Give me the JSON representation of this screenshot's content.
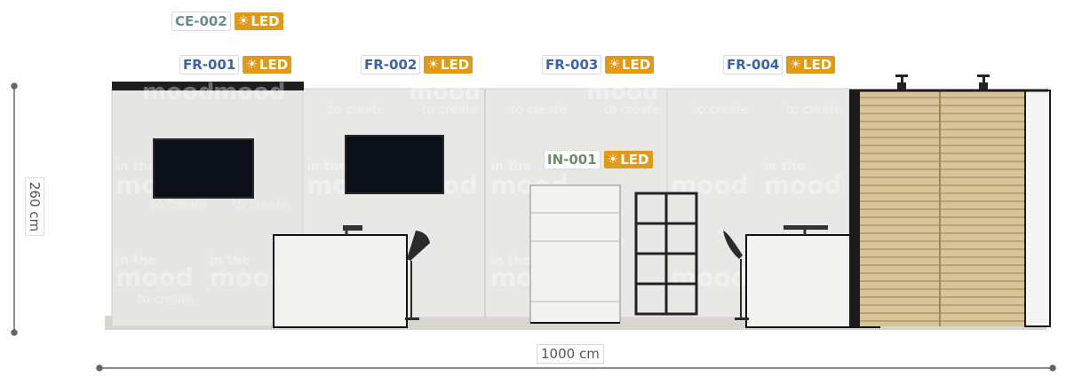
{
  "colors": {
    "frame_code": "#3a63a8",
    "center_code": "#6b8e8e",
    "insert_code": "#6b8e6b",
    "led_badge": "#e09a1a",
    "wall": "#e5e5e3",
    "slats": "#d8c49a"
  },
  "labels": {
    "ce": {
      "code": "CE-002",
      "led": "LED"
    },
    "fr1": {
      "code": "FR-001",
      "led": "LED"
    },
    "fr2": {
      "code": "FR-002",
      "led": "LED"
    },
    "fr3": {
      "code": "FR-003",
      "led": "LED"
    },
    "fr4": {
      "code": "FR-004",
      "led": "LED"
    },
    "in1": {
      "code": "IN-001",
      "led": "LED"
    }
  },
  "icons": {
    "led": "sun-icon"
  },
  "dimensions": {
    "height": "260 cm",
    "width": "1000 cm"
  },
  "watermark": {
    "line1": "in the",
    "line2": "mood",
    "line3": "to create"
  }
}
